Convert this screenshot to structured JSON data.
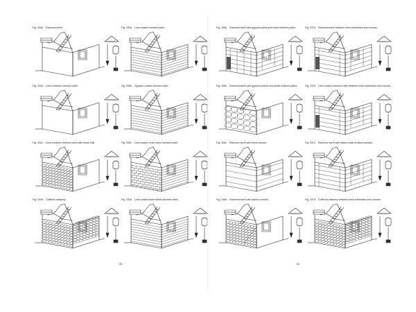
{
  "pages": [
    {
      "page_number": "80",
      "figures": [
        {
          "num": "Fig. 334a",
          "caption": "Rammed earth.",
          "fill": "plain"
        },
        {
          "num": "Fig. 335a",
          "caption": "Lime coated rammed earth.",
          "fill": "lines"
        },
        {
          "num": "Fig. 334b",
          "caption": "Lime enriched rammed earth.",
          "fill": "plain"
        },
        {
          "num": "Fig. 335b",
          "caption": "Gypsum coated rammed earth.",
          "fill": "lines"
        },
        {
          "num": "Fig. 334c",
          "caption": "Lime enriched rammed earth with stone infill.",
          "fill": "stone"
        },
        {
          "num": "Fig. 335c",
          "caption": "Lime coated, brick faced rammed earth.",
          "fill": "brick"
        },
        {
          "num": "Fig. 334d",
          "caption": "Coffered masonry.",
          "fill": "coffer"
        },
        {
          "num": "Fig. 335d",
          "caption": "Lime coated stone faced rammed earth.",
          "fill": "courses"
        }
      ]
    },
    {
      "page_number": "81",
      "figures": [
        {
          "num": "Fig. 336a",
          "caption": "Rammed earth with gypsum joints and small coffered pillars.",
          "fill": "block"
        },
        {
          "num": "Fig. 337a",
          "caption": "Rammed earth between brick buttresses and courses.",
          "fill": "buttress"
        },
        {
          "num": "Fig. 336b",
          "caption": "Rammed earth with gypsum arrises and small coffered pillars.",
          "fill": "boulder"
        },
        {
          "num": "Fig. 337b",
          "caption": "Lime coated rammed earth between brick buttresses and courses.",
          "fill": "buttress"
        },
        {
          "num": "Fig. 336c",
          "caption": "Rammed earth with brick courses.",
          "fill": "thin"
        },
        {
          "num": "Fig. 337c",
          "caption": "Rammed earth with pillars made of stone ashlars.",
          "fill": "ashlar"
        },
        {
          "num": "Fig. 336d",
          "caption": "Rammed earth with adobe courses.",
          "fill": "adobe"
        },
        {
          "num": "Fig. 337d",
          "caption": "Coffered masonry between brick buttresses and courses.",
          "fill": "coffer"
        }
      ]
    }
  ]
}
